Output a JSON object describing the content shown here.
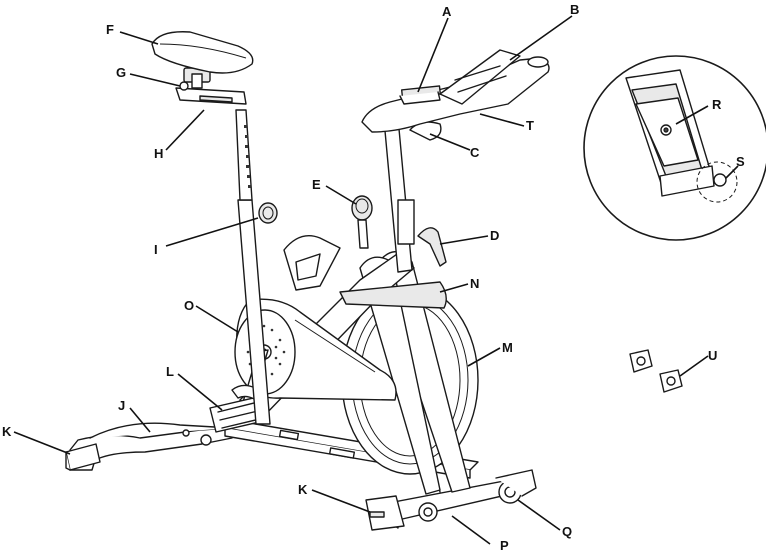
{
  "callouts": [
    {
      "id": "A"
    },
    {
      "id": "B"
    },
    {
      "id": "C"
    },
    {
      "id": "D"
    },
    {
      "id": "E"
    },
    {
      "id": "F"
    },
    {
      "id": "G"
    },
    {
      "id": "H"
    },
    {
      "id": "I"
    },
    {
      "id": "J"
    },
    {
      "id": "K"
    },
    {
      "id": "L"
    },
    {
      "id": "M"
    },
    {
      "id": "N"
    },
    {
      "id": "O"
    },
    {
      "id": "P"
    },
    {
      "id": "Q"
    },
    {
      "id": "R"
    },
    {
      "id": "S"
    },
    {
      "id": "T"
    },
    {
      "id": "U"
    },
    {
      "id": "K2"
    }
  ],
  "labels": {
    "A": "A",
    "B": "B",
    "C": "C",
    "D": "D",
    "E": "E",
    "F": "F",
    "G": "G",
    "H": "H",
    "I": "I",
    "J": "J",
    "K": "K",
    "K2": "K",
    "L": "L",
    "M": "M",
    "N": "N",
    "O": "O",
    "P": "P",
    "Q": "Q",
    "R": "R",
    "S": "S",
    "T": "T",
    "U": "U"
  }
}
